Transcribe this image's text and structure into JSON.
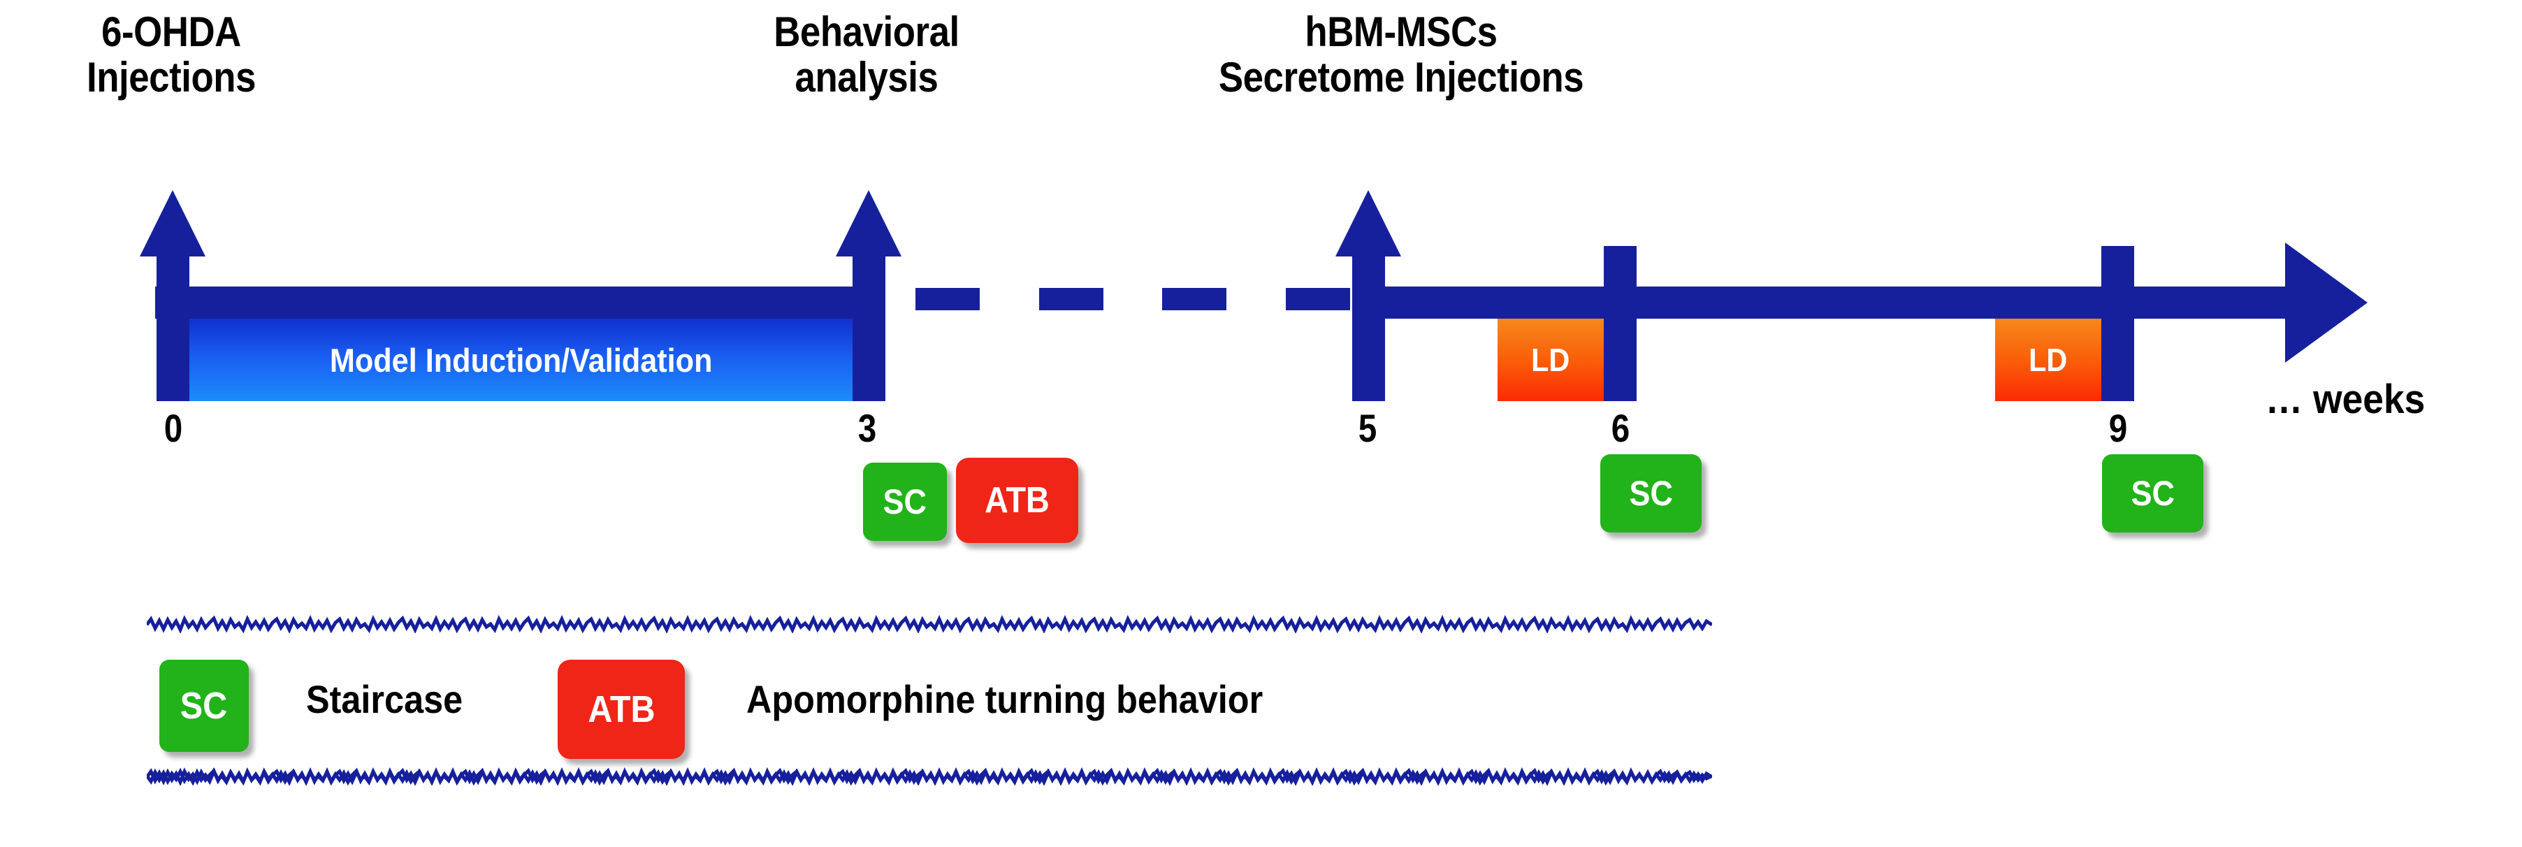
{
  "figure": {
    "type": "experimental-timeline",
    "axis_label": "… weeks",
    "induction_bar_label": "Model Induction/Validation"
  },
  "annotations": [
    {
      "id": "ohda",
      "text": "6-OHDA\nInjections",
      "week": 0
    },
    {
      "id": "behav",
      "text": "Behavioral\nanalysis",
      "week": 3
    },
    {
      "id": "secretome",
      "text": "hBM-MSCs\nSecretome Injections",
      "week": 5
    }
  ],
  "week_ticks": [
    {
      "label": "0",
      "week": 0,
      "kind": "arrow"
    },
    {
      "label": "3",
      "week": 3,
      "kind": "arrow"
    },
    {
      "label": "5",
      "week": 5,
      "kind": "arrow"
    },
    {
      "label": "6",
      "week": 6,
      "kind": "line"
    },
    {
      "label": "9",
      "week": 9,
      "kind": "line"
    }
  ],
  "timeline_events": [
    {
      "label": "SC",
      "week": 3,
      "type": "staircase"
    },
    {
      "label": "ATB",
      "week": 3,
      "type": "apomorphine"
    },
    {
      "label": "LD",
      "week": 6,
      "type": "levodopa"
    },
    {
      "label": "SC",
      "week": 6,
      "type": "staircase"
    },
    {
      "label": "LD",
      "week": 9,
      "type": "levodopa"
    },
    {
      "label": "SC",
      "week": 9,
      "type": "staircase"
    }
  ],
  "legend": {
    "items": [
      {
        "badge": "SC",
        "text": "Staircase"
      },
      {
        "badge": "ATB",
        "text": "Apomorphine turning behavior"
      }
    ]
  },
  "colors": {
    "navy": "#17209c",
    "bar_blue_light": "#1b8cfb",
    "green": "#22b21a",
    "red": "#ef2517",
    "orange": "#f7881b",
    "orange_red": "#fc2a05",
    "text": "#000000"
  }
}
